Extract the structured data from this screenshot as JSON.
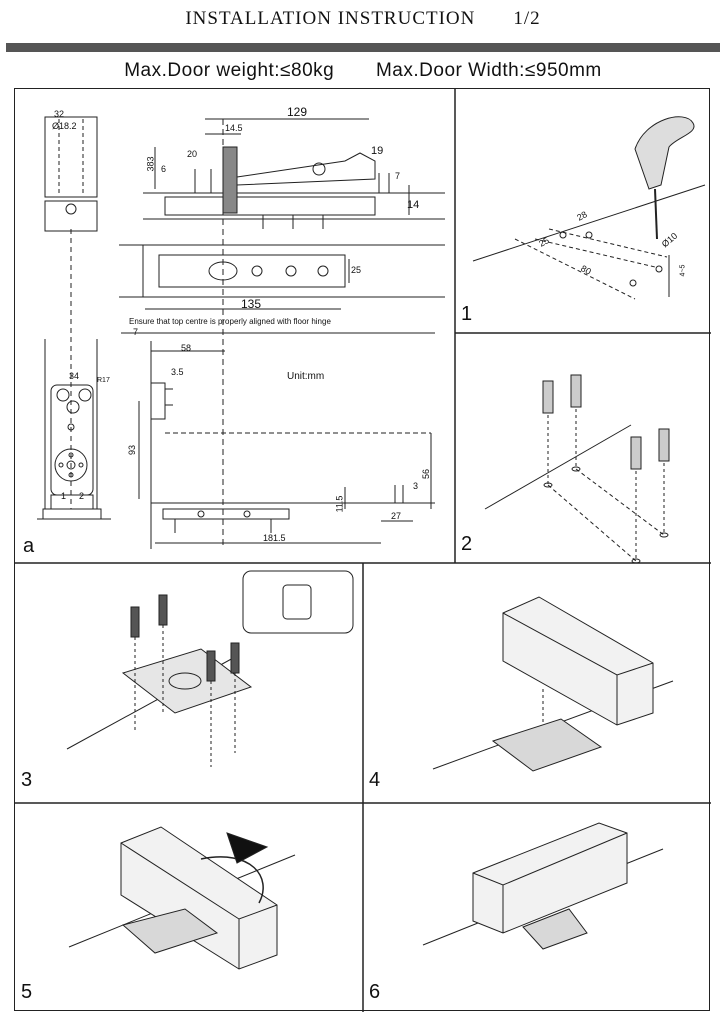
{
  "header": {
    "title": "INSTALLATION   INSTRUCTION",
    "page": "1/2",
    "max_weight": "Max.Door weight:≤80kg",
    "max_width": "Max.Door Width:≤950mm"
  },
  "panel_a": {
    "label": "a",
    "note": "Ensure that top centre is properly aligned with floor hinge",
    "unit": "Unit:mm",
    "dims": {
      "d32": "32",
      "d18": "Ø18.2",
      "d129": "129",
      "d14_5": "14.5",
      "d383": "383",
      "d20": "20",
      "d6": "6",
      "d19": "19",
      "d7": "7",
      "d14": "14",
      "d25": "25",
      "d135": "135",
      "d7b": "7",
      "d58": "58",
      "d3_5": "3.5",
      "d93": "93",
      "d56": "56",
      "d3": "3",
      "d11_5": "11.5",
      "d27": "27",
      "d181_5": "181.5",
      "d34": "34",
      "r17": "R17",
      "h1": "1",
      "h2": "2"
    }
  },
  "panel_1": {
    "label": "1",
    "dims": {
      "d28": "28",
      "d25": "25",
      "d80": "80",
      "d10": "Ø10",
      "d4_5": "4~5"
    }
  },
  "panel_2": {
    "label": "2"
  },
  "panel_3": {
    "label": "3"
  },
  "panel_4": {
    "label": "4"
  },
  "panel_5": {
    "label": "5"
  },
  "panel_6": {
    "label": "6"
  }
}
